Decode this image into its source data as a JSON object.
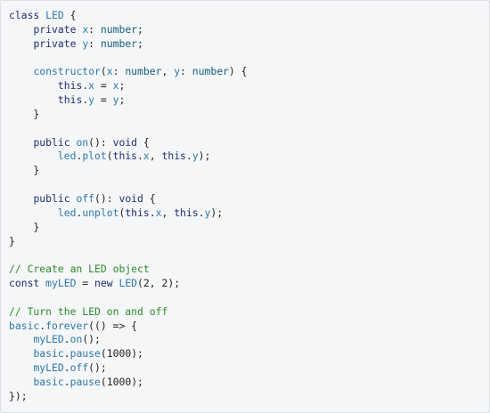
{
  "editor": {
    "language": "TypeScript",
    "colors": {
      "background": "#f5f6f7",
      "border": "#dcdfe3",
      "keyword": "#1f2d6f",
      "type": "#15607a",
      "identifier": "#2f78a8",
      "plain": "#1f1f1f",
      "comment": "#2d8a2d"
    },
    "lines": [
      [
        {
          "t": "class",
          "k": "kw"
        },
        {
          "t": " ",
          "k": "pl"
        },
        {
          "t": "LED",
          "k": "id"
        },
        {
          "t": " {",
          "k": "pl"
        }
      ],
      [
        {
          "t": "    ",
          "k": "pl"
        },
        {
          "t": "private",
          "k": "kw"
        },
        {
          "t": " ",
          "k": "pl"
        },
        {
          "t": "x",
          "k": "id"
        },
        {
          "t": ": ",
          "k": "pl"
        },
        {
          "t": "number",
          "k": "ty"
        },
        {
          "t": ";",
          "k": "pl"
        }
      ],
      [
        {
          "t": "    ",
          "k": "pl"
        },
        {
          "t": "private",
          "k": "kw"
        },
        {
          "t": " ",
          "k": "pl"
        },
        {
          "t": "y",
          "k": "id"
        },
        {
          "t": ": ",
          "k": "pl"
        },
        {
          "t": "number",
          "k": "ty"
        },
        {
          "t": ";",
          "k": "pl"
        }
      ],
      [],
      [
        {
          "t": "    ",
          "k": "pl"
        },
        {
          "t": "constructor",
          "k": "fn"
        },
        {
          "t": "(",
          "k": "pl"
        },
        {
          "t": "x",
          "k": "id"
        },
        {
          "t": ": ",
          "k": "pl"
        },
        {
          "t": "number",
          "k": "ty"
        },
        {
          "t": ", ",
          "k": "pl"
        },
        {
          "t": "y",
          "k": "id"
        },
        {
          "t": ": ",
          "k": "pl"
        },
        {
          "t": "number",
          "k": "ty"
        },
        {
          "t": ") {",
          "k": "pl"
        }
      ],
      [
        {
          "t": "        ",
          "k": "pl"
        },
        {
          "t": "this",
          "k": "kw"
        },
        {
          "t": ".",
          "k": "pl"
        },
        {
          "t": "x",
          "k": "id"
        },
        {
          "t": " = ",
          "k": "pl"
        },
        {
          "t": "x",
          "k": "id"
        },
        {
          "t": ";",
          "k": "pl"
        }
      ],
      [
        {
          "t": "        ",
          "k": "pl"
        },
        {
          "t": "this",
          "k": "kw"
        },
        {
          "t": ".",
          "k": "pl"
        },
        {
          "t": "y",
          "k": "id"
        },
        {
          "t": " = ",
          "k": "pl"
        },
        {
          "t": "y",
          "k": "id"
        },
        {
          "t": ";",
          "k": "pl"
        }
      ],
      [
        {
          "t": "    }",
          "k": "pl"
        }
      ],
      [],
      [
        {
          "t": "    ",
          "k": "pl"
        },
        {
          "t": "public",
          "k": "kw"
        },
        {
          "t": " ",
          "k": "pl"
        },
        {
          "t": "on",
          "k": "fn"
        },
        {
          "t": "(): ",
          "k": "pl"
        },
        {
          "t": "void",
          "k": "kw"
        },
        {
          "t": " {",
          "k": "pl"
        }
      ],
      [
        {
          "t": "        ",
          "k": "pl"
        },
        {
          "t": "led",
          "k": "id"
        },
        {
          "t": ".",
          "k": "pl"
        },
        {
          "t": "plot",
          "k": "fn"
        },
        {
          "t": "(",
          "k": "pl"
        },
        {
          "t": "this",
          "k": "kw"
        },
        {
          "t": ".",
          "k": "pl"
        },
        {
          "t": "x",
          "k": "id"
        },
        {
          "t": ", ",
          "k": "pl"
        },
        {
          "t": "this",
          "k": "kw"
        },
        {
          "t": ".",
          "k": "pl"
        },
        {
          "t": "y",
          "k": "id"
        },
        {
          "t": ");",
          "k": "pl"
        }
      ],
      [
        {
          "t": "    }",
          "k": "pl"
        }
      ],
      [],
      [
        {
          "t": "    ",
          "k": "pl"
        },
        {
          "t": "public",
          "k": "kw"
        },
        {
          "t": " ",
          "k": "pl"
        },
        {
          "t": "off",
          "k": "fn"
        },
        {
          "t": "(): ",
          "k": "pl"
        },
        {
          "t": "void",
          "k": "kw"
        },
        {
          "t": " {",
          "k": "pl"
        }
      ],
      [
        {
          "t": "        ",
          "k": "pl"
        },
        {
          "t": "led",
          "k": "id"
        },
        {
          "t": ".",
          "k": "pl"
        },
        {
          "t": "unplot",
          "k": "fn"
        },
        {
          "t": "(",
          "k": "pl"
        },
        {
          "t": "this",
          "k": "kw"
        },
        {
          "t": ".",
          "k": "pl"
        },
        {
          "t": "x",
          "k": "id"
        },
        {
          "t": ", ",
          "k": "pl"
        },
        {
          "t": "this",
          "k": "kw"
        },
        {
          "t": ".",
          "k": "pl"
        },
        {
          "t": "y",
          "k": "id"
        },
        {
          "t": ");",
          "k": "pl"
        }
      ],
      [
        {
          "t": "    }",
          "k": "pl"
        }
      ],
      [
        {
          "t": "}",
          "k": "pl"
        }
      ],
      [],
      [
        {
          "t": "// Create an LED object",
          "k": "cm"
        }
      ],
      [
        {
          "t": "const",
          "k": "kw"
        },
        {
          "t": " ",
          "k": "pl"
        },
        {
          "t": "myLED",
          "k": "id"
        },
        {
          "t": " = ",
          "k": "pl"
        },
        {
          "t": "new",
          "k": "kw"
        },
        {
          "t": " ",
          "k": "pl"
        },
        {
          "t": "LED",
          "k": "id"
        },
        {
          "t": "(",
          "k": "pl"
        },
        {
          "t": "2",
          "k": "num"
        },
        {
          "t": ", ",
          "k": "pl"
        },
        {
          "t": "2",
          "k": "num"
        },
        {
          "t": ");",
          "k": "pl"
        }
      ],
      [],
      [
        {
          "t": "// Turn the LED on and off",
          "k": "cm"
        }
      ],
      [
        {
          "t": "basic",
          "k": "id"
        },
        {
          "t": ".",
          "k": "pl"
        },
        {
          "t": "forever",
          "k": "fn"
        },
        {
          "t": "(() => {",
          "k": "pl"
        }
      ],
      [
        {
          "t": "    ",
          "k": "pl"
        },
        {
          "t": "myLED",
          "k": "id"
        },
        {
          "t": ".",
          "k": "pl"
        },
        {
          "t": "on",
          "k": "fn"
        },
        {
          "t": "();",
          "k": "pl"
        }
      ],
      [
        {
          "t": "    ",
          "k": "pl"
        },
        {
          "t": "basic",
          "k": "id"
        },
        {
          "t": ".",
          "k": "pl"
        },
        {
          "t": "pause",
          "k": "fn"
        },
        {
          "t": "(",
          "k": "pl"
        },
        {
          "t": "1000",
          "k": "num"
        },
        {
          "t": ");",
          "k": "pl"
        }
      ],
      [
        {
          "t": "    ",
          "k": "pl"
        },
        {
          "t": "myLED",
          "k": "id"
        },
        {
          "t": ".",
          "k": "pl"
        },
        {
          "t": "off",
          "k": "fn"
        },
        {
          "t": "();",
          "k": "pl"
        }
      ],
      [
        {
          "t": "    ",
          "k": "pl"
        },
        {
          "t": "basic",
          "k": "id"
        },
        {
          "t": ".",
          "k": "pl"
        },
        {
          "t": "pause",
          "k": "fn"
        },
        {
          "t": "(",
          "k": "pl"
        },
        {
          "t": "1000",
          "k": "num"
        },
        {
          "t": ");",
          "k": "pl"
        }
      ],
      [
        {
          "t": "});",
          "k": "pl"
        }
      ]
    ]
  }
}
